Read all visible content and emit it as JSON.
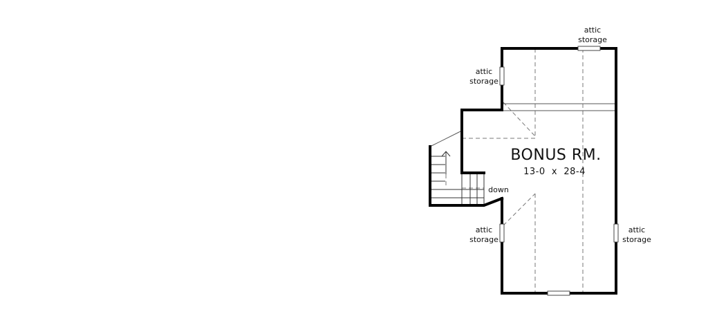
{
  "room": {
    "name": "BONUS RM.",
    "dimensions": "13-0  x  28-4"
  },
  "labels": {
    "attic_top": [
      "attic",
      "storage"
    ],
    "attic_left_upper": [
      "attic",
      "storage"
    ],
    "attic_left_lower": [
      "attic",
      "storage"
    ],
    "attic_right": [
      "attic",
      "storage"
    ],
    "stair": "down"
  }
}
